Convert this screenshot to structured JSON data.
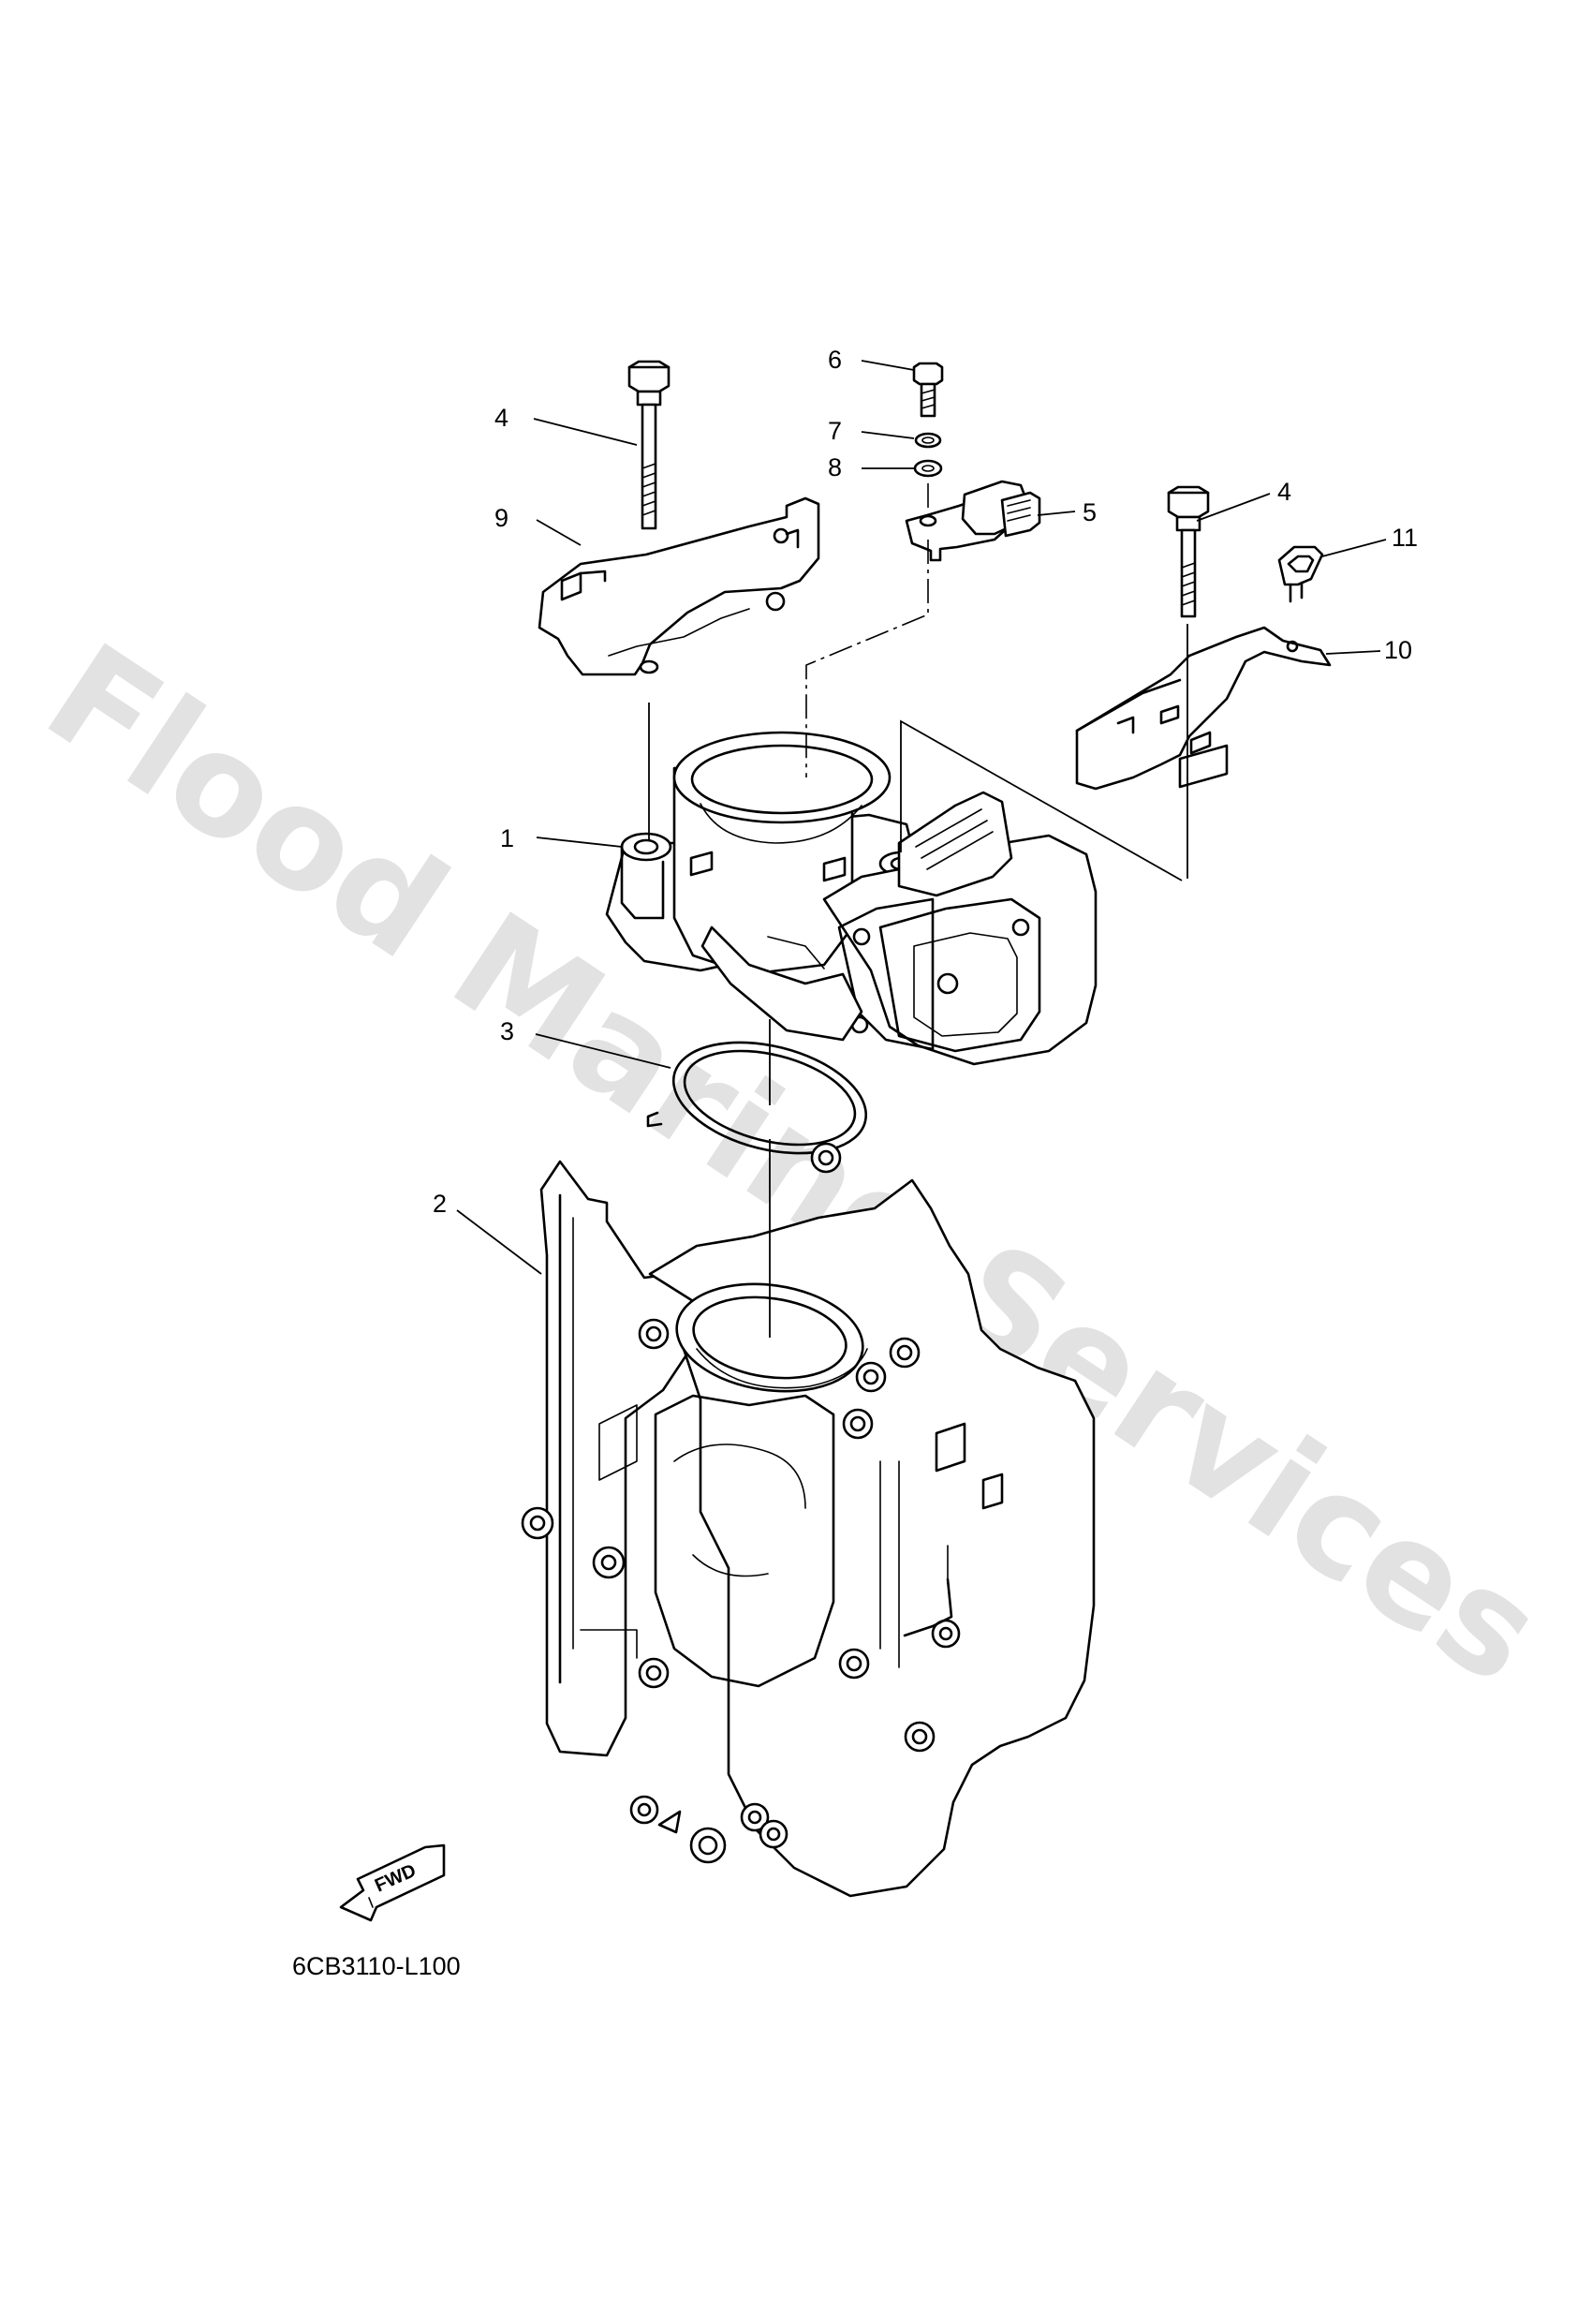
{
  "watermark": "Flood Marine Services",
  "diagram_code": "6CB3110-L100",
  "direction_label": "FWD",
  "callouts": {
    "c1": "1",
    "c2": "2",
    "c3": "3",
    "c4a": "4",
    "c4b": "4",
    "c5": "5",
    "c6": "6",
    "c7": "7",
    "c8": "8",
    "c9": "9",
    "c10": "10",
    "c11": "11"
  }
}
